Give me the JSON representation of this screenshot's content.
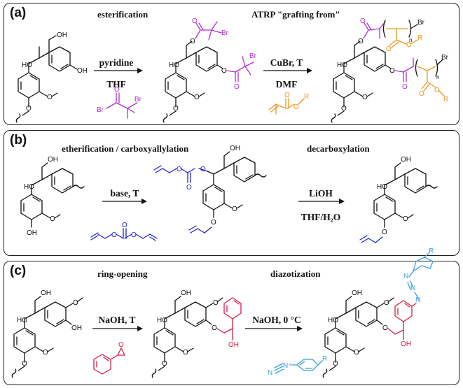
{
  "panels": [
    {
      "label": "(a)",
      "steps": [
        "esterification",
        "ATRP \"grafting from\""
      ],
      "reactions": [
        {
          "line1": "pyridine",
          "line2": "THF"
        },
        {
          "line1": "CuBr, T",
          "line2": "DMF"
        }
      ]
    },
    {
      "label": "(b)",
      "steps": [
        "etherification / carboxyallylation",
        "decarboxylation"
      ],
      "reactions": [
        {
          "line1": "base, T",
          "line2": ""
        },
        {
          "line1": "LiOH",
          "line2": "THF/H₂O"
        }
      ]
    },
    {
      "label": "(c)",
      "steps": [
        "ring-opening",
        "diazotization"
      ],
      "reactions": [
        {
          "line1": "NaOH, T",
          "line2": ""
        },
        {
          "line1": "NaOH, 0 °C",
          "line2": ""
        }
      ]
    }
  ],
  "atoms": {
    "oh": "OH",
    "ho": "HO",
    "o": "O",
    "br": "Br",
    "r": "R",
    "n": "n",
    "n_plus": "N⁺",
    "n_eq": "N"
  },
  "colors": {
    "purple": "#b030d0",
    "orange": "#e8961e",
    "blue": "#1e22c8",
    "red": "#d21e46",
    "cyan": "#3ca0dc",
    "black": "#111111"
  }
}
